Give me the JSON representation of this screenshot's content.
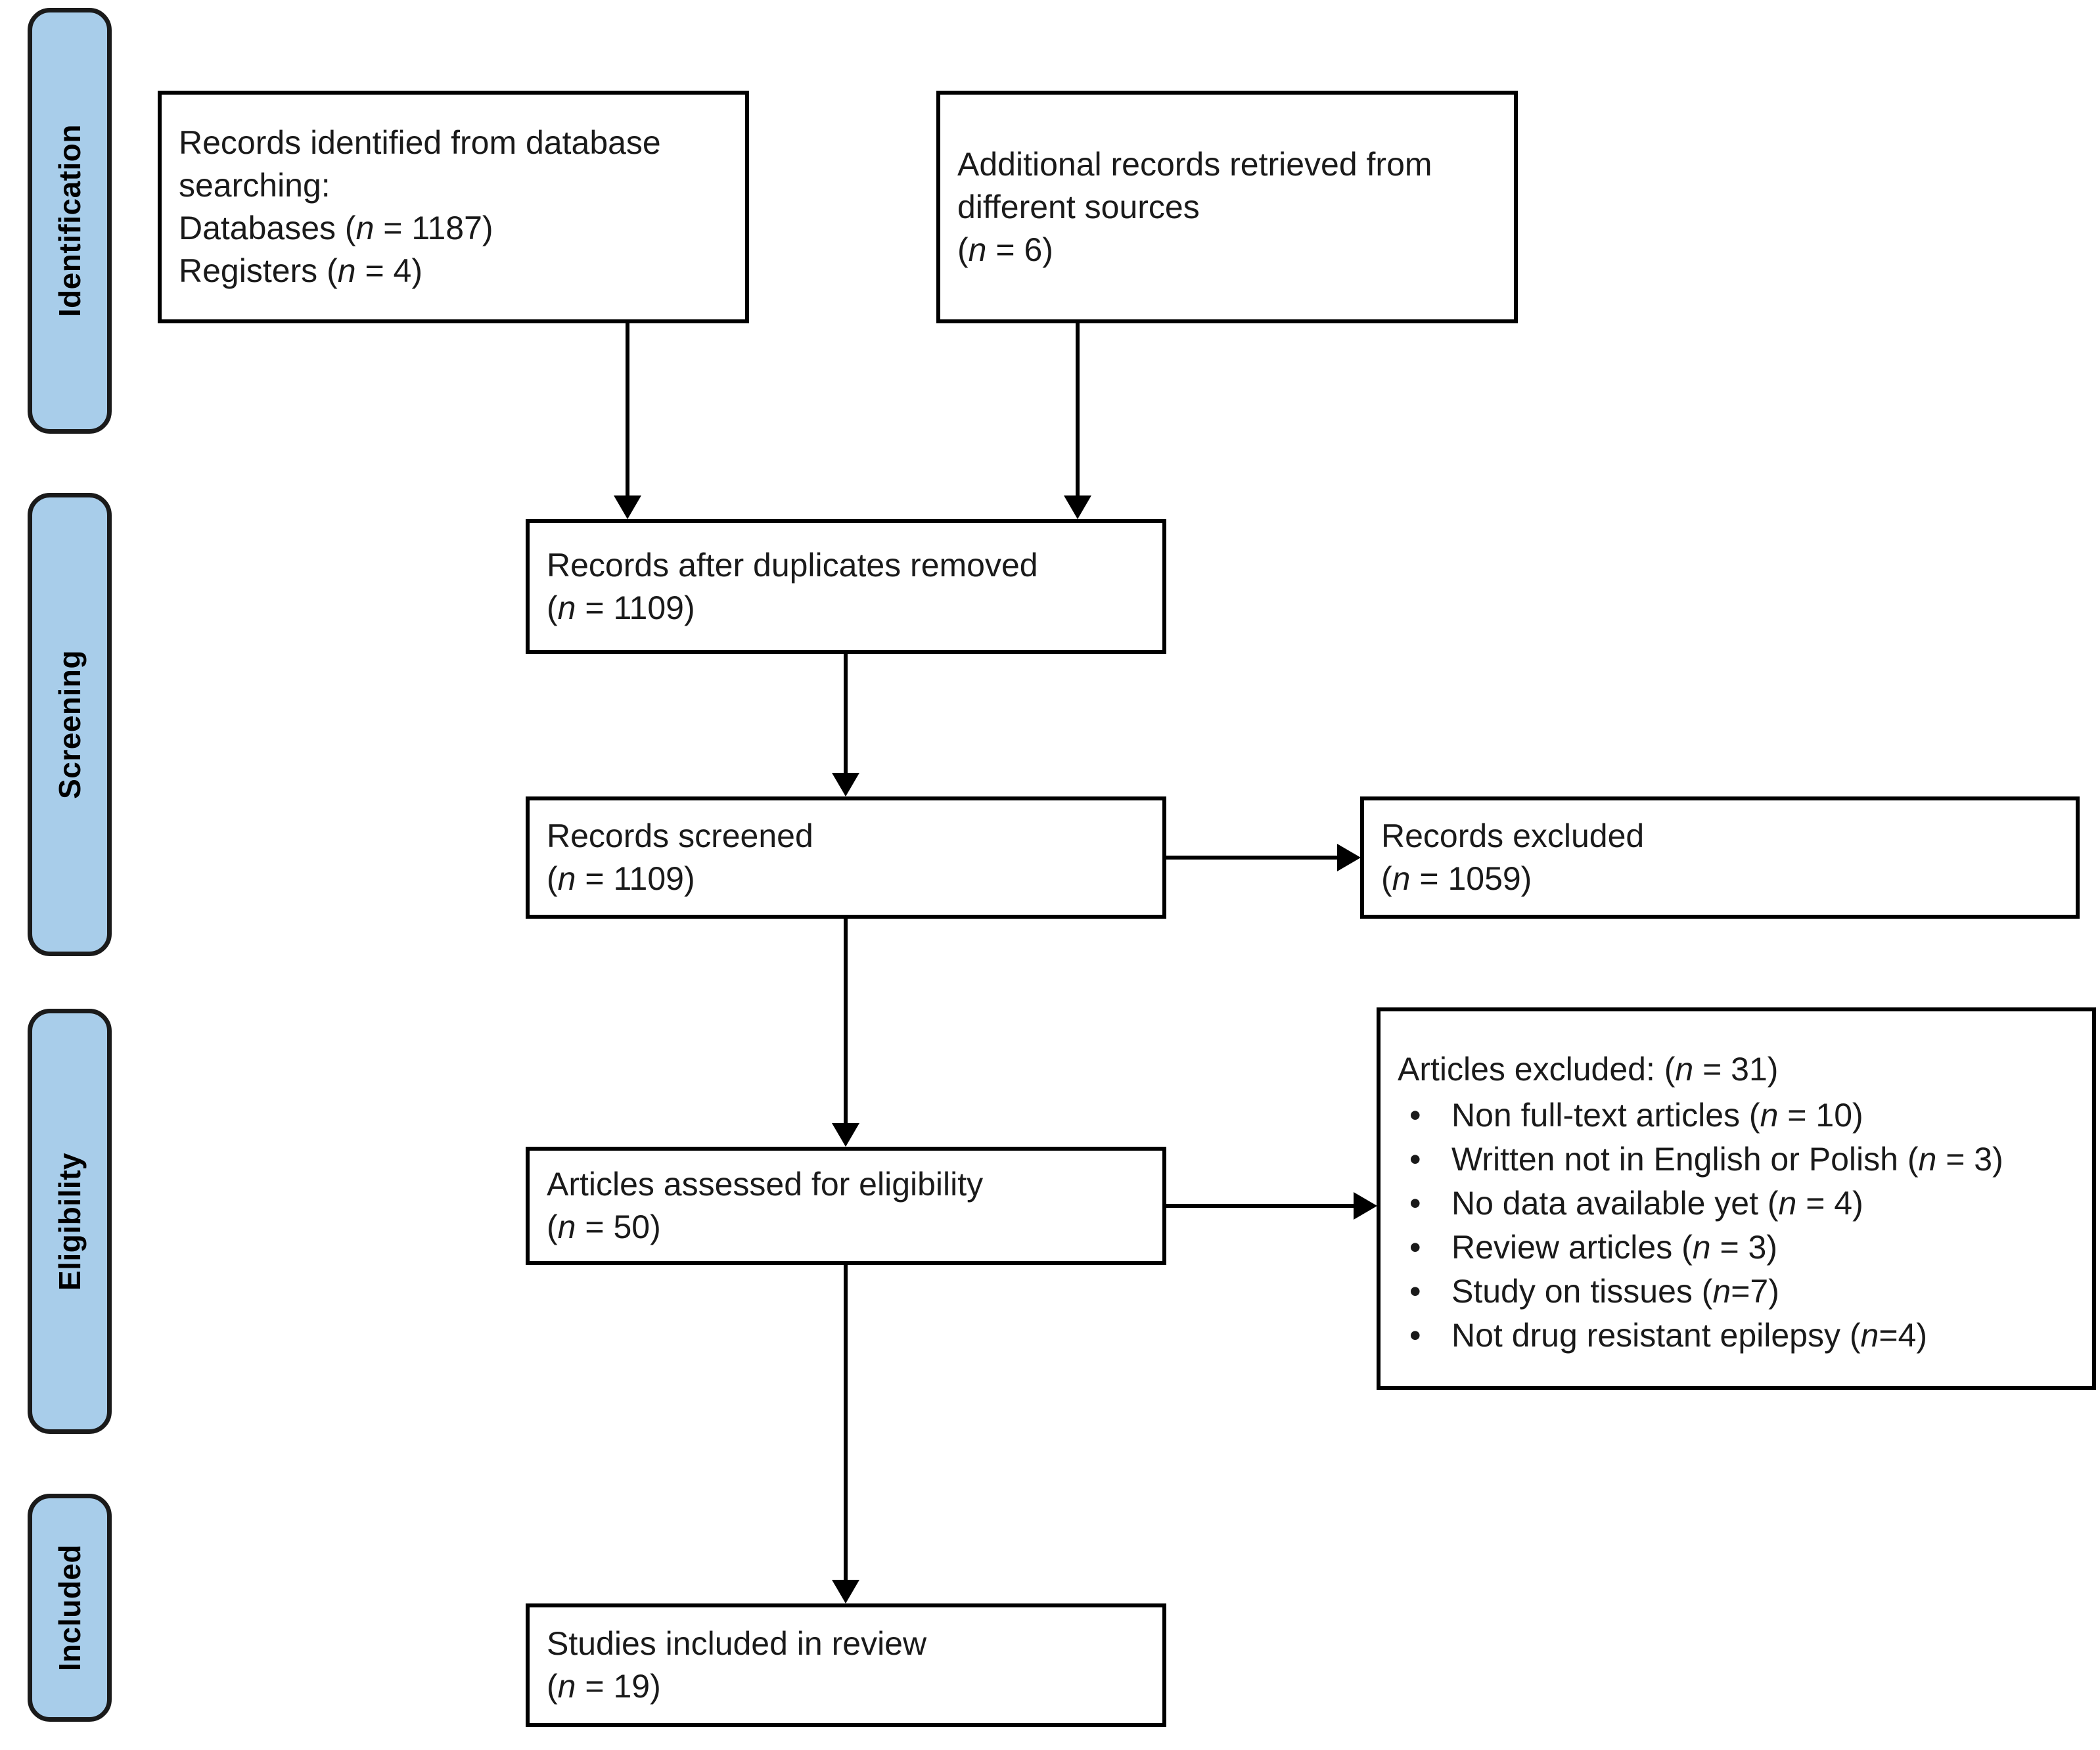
{
  "diagram": {
    "type": "prisma-flow-diagram",
    "stages": [
      {
        "id": "identification",
        "label": "Identification"
      },
      {
        "id": "screening",
        "label": "Screening"
      },
      {
        "id": "eligibility",
        "label": "Eligibility"
      },
      {
        "id": "included",
        "label": "Included"
      }
    ],
    "accent_color": "#A8CDEA",
    "border_color": "#000000",
    "text_color": "#1a1a1a",
    "boxes": {
      "records_identified": {
        "line1": "Records identified from database",
        "line2": "searching:",
        "line3_label": "Databases (",
        "line3_n": "n",
        "line3_value": " = 1187)",
        "line4_label": "Registers (",
        "line4_n": "n",
        "line4_value": " = 4)",
        "n_databases": 1187,
        "n_registers": 4
      },
      "additional_records": {
        "line1": "Additional records retrieved from",
        "line2": "different sources",
        "count_open": "(",
        "count_n": "n",
        "count_value": " = 6)",
        "n": 6
      },
      "after_duplicates": {
        "line1": "Records after duplicates removed",
        "count_open": "(",
        "count_n": "n",
        "count_value": " = 1109)",
        "n": 1109
      },
      "records_screened": {
        "line1": "Records screened",
        "count_open": "(",
        "count_n": "n",
        "count_value": " = 1109)",
        "n": 1109
      },
      "records_excluded": {
        "line1": "Records excluded",
        "count_open": "(",
        "count_n": "n",
        "count_value": " = 1059)",
        "n": 1059
      },
      "articles_assessed": {
        "line1": "Articles assessed for eligibility",
        "count_open": "(",
        "count_n": "n",
        "count_value": " = 50)",
        "n": 50
      },
      "articles_excluded": {
        "heading_prefix": "Articles excluded: (",
        "heading_n": "n",
        "heading_suffix": " = 31)",
        "n_total": 31,
        "reasons": [
          {
            "text": "Non full-text articles (",
            "n_glyph": "n",
            "count": " = 10)",
            "n": 10
          },
          {
            "text": "Written not in English or Polish (",
            "n_glyph": "n",
            "count": " = 3)",
            "n": 3
          },
          {
            "text": "No data available yet (",
            "n_glyph": "n",
            "count": " = 4)",
            "n": 4
          },
          {
            "text": "Review articles (",
            "n_glyph": "n",
            "count": " = 3)",
            "n": 3
          },
          {
            "text": "Study on tissues (",
            "n_glyph": "n",
            "count": "=7)",
            "n": 7
          },
          {
            "text": "Not drug resistant epilepsy (",
            "n_glyph": "n",
            "count": "=4)",
            "n": 4
          }
        ],
        "bullet_glyph": "•"
      },
      "studies_included": {
        "line1": "Studies included in review",
        "count_open": "(",
        "count_n": "n",
        "count_value": " = 19)",
        "n": 19
      }
    }
  }
}
